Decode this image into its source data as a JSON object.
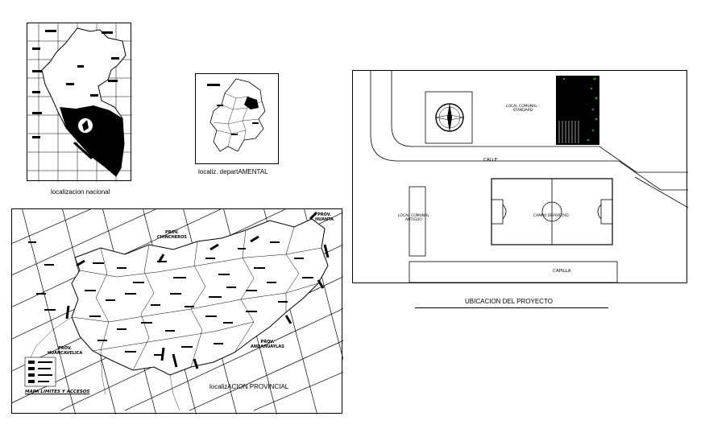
{
  "national": {
    "caption": "localizacion nacional"
  },
  "departmental": {
    "caption": "localiz. departAMENTAL"
  },
  "provincial": {
    "caption": "localizACION PROVINCIAL",
    "labels": {
      "prov_chincheros": "PROV.\nCHINCHEROS",
      "prov_huanta": "PROV.\nHUANTA",
      "prov_huancavelica": "PROV.\nHUANCAVELICA",
      "prov_andahuaylas": "PROV.\nANDAHUAYLAS"
    },
    "legend_title": "MAPA LIMITES Y ACCESOS"
  },
  "site": {
    "title": "UBICACION DEL PROYECTO",
    "calle": "CALLE",
    "capilla": "CAPILLA",
    "local_nuevo": "LOCAL COMUNAL -\nSTANDARD",
    "local_antiguo": "LOCAL COMUNAL\nANTIGUO",
    "campo": "CAMPO DEPORTIVO"
  },
  "colors": {
    "ink": "#000000",
    "paper": "#ffffff",
    "green_dots": "#2e8b2e"
  }
}
